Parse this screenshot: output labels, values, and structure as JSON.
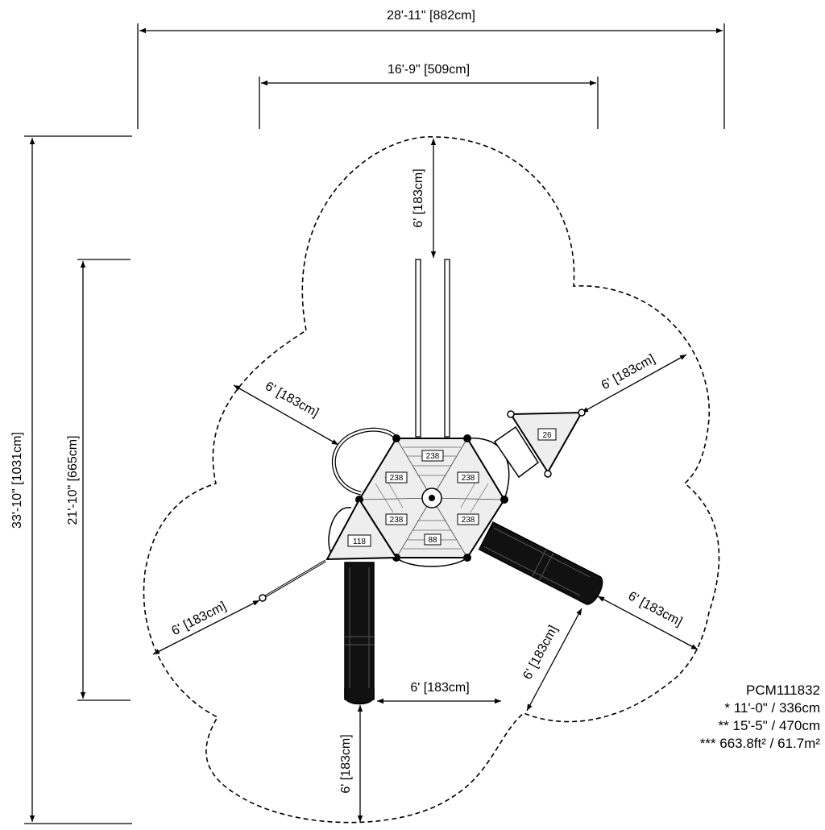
{
  "dimensions": {
    "overall_width": "28'-11\" [882cm]",
    "structure_width": "16'-9\" [509cm]",
    "overall_depth": "33'-10\" [1031cm]",
    "structure_depth": "21'-10\" [665cm]",
    "clearance_top": "6' [183cm]",
    "clearance_upper_left": "6' [183cm]",
    "clearance_upper_right": "6' [183cm]",
    "clearance_lower_left": "6' [183cm]",
    "clearance_lower_right": "6' [183cm]",
    "clearance_between_slides": "6' [183cm]",
    "clearance_slide_right": "6' [183cm]",
    "clearance_bottom": "6' [183cm]"
  },
  "deck_labels": {
    "top": "238",
    "upper_left": "238",
    "upper_right": "238",
    "lower_left": "238",
    "lower_right": "238",
    "bottom": "88",
    "left_panel": "118",
    "right_panel": "26"
  },
  "info": {
    "model": "PCM111832",
    "line1": "* 11'-0\" / 336cm",
    "line2": "** 15'-5\" / 470cm",
    "line3": "*** 663.8ft² / 61.7m²"
  }
}
